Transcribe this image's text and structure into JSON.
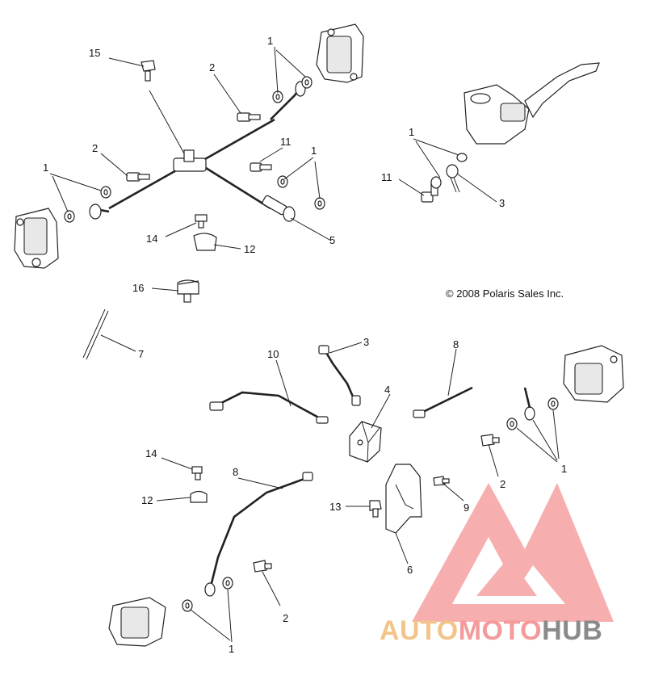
{
  "copyright": "© 2008 Polaris Sales Inc.",
  "watermark": {
    "brand_part1": "AUTO",
    "brand_part2": "MOTO",
    "brand_part3": "HUB",
    "colors": {
      "part1": "#f2c48a",
      "part2": "#f49a9a",
      "part3": "#8a8a8a",
      "logo": "#f28a8a"
    }
  },
  "callouts": {
    "c1_top": "1",
    "c1_left": "1",
    "c1_mid": "1",
    "c1_mc": "1",
    "c1_rear_r": "1",
    "c1_bot": "1",
    "c2_top": "2",
    "c2_left": "2",
    "c2_rear": "2",
    "c2_bot": "2",
    "c3_mc": "3",
    "c3_line": "3",
    "c4": "4",
    "c5": "5",
    "c6": "6",
    "c7": "7",
    "c8_top": "8",
    "c8_bot": "8",
    "c9": "9",
    "c10": "10",
    "c11_mid": "11",
    "c11_mc": "11",
    "c12_top": "12",
    "c12_bot": "12",
    "c13": "13",
    "c14_top": "14",
    "c14_bot": "14",
    "c15": "15",
    "c16": "16"
  }
}
